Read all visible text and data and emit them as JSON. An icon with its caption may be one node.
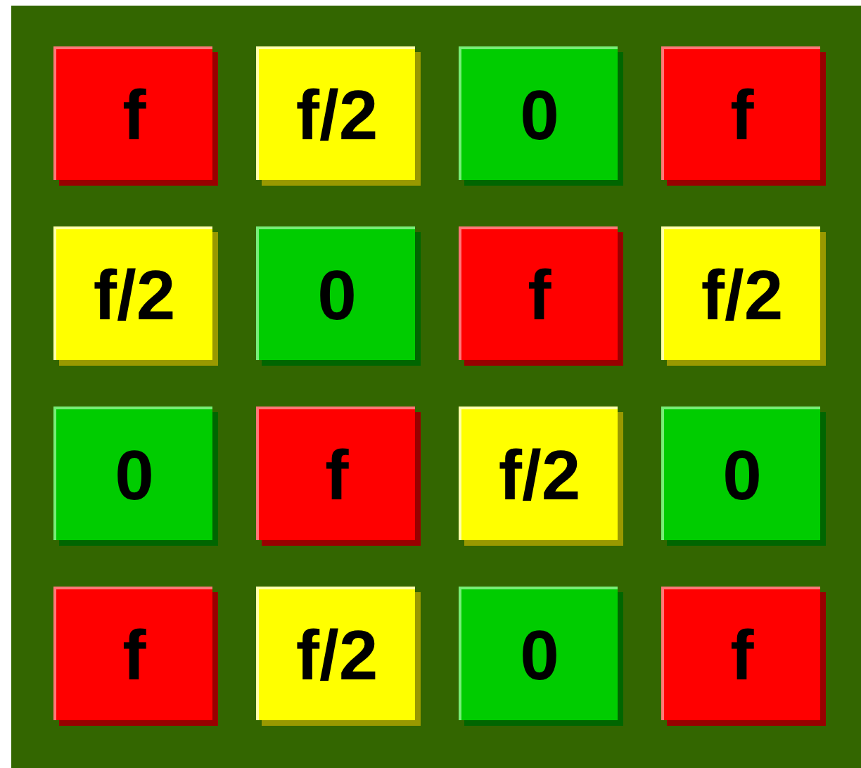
{
  "diagram": {
    "nodes": [
      {
        "text": [
          "f"
        ]
      },
      {
        "text": [
          "f/2"
        ]
      },
      {
        "text": [
          "0"
        ]
      },
      {
        "text": [
          "f"
        ]
      },
      {
        "text": [
          "f/2"
        ]
      },
      {
        "text": [
          "0"
        ]
      },
      {
        "text": [
          "f"
        ]
      },
      {
        "text": [
          "f/2"
        ]
      },
      {
        "text": [
          "0"
        ]
      },
      {
        "text": [
          "f"
        ]
      },
      {
        "text": [
          "f/2"
        ]
      },
      {
        "text": [
          "0"
        ]
      },
      {
        "text": [
          "f"
        ]
      },
      {
        "text": [
          "f/2"
        ]
      },
      {
        "text": [
          "0"
        ]
      },
      {
        "text": [
          "f"
        ]
      }
    ]
  }
}
